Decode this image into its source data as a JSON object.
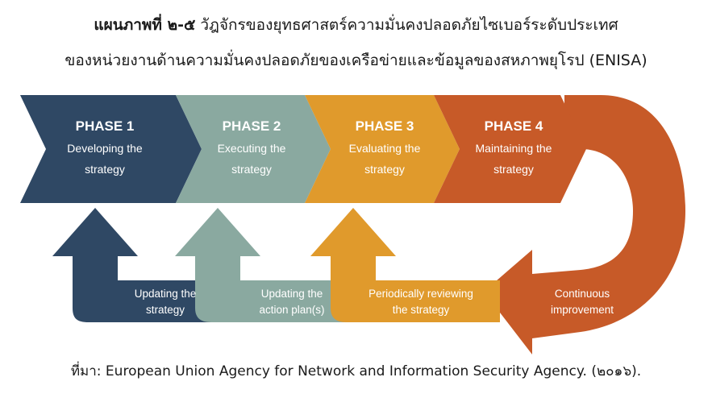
{
  "title": {
    "figure_label": "แผนภาพที่ ๒-๕",
    "line1_rest": "วัฎจักรของยุทธศาสตร์ความมั่นคงปลอดภัยไซเบอร์ระดับประเทศ",
    "line2": "ของหน่วยงานด้านความมั่นคงปลอดภัยของเครือข่ายและข้อมูลของสหภาพยุโรป (ENISA)"
  },
  "phases": [
    {
      "title": "PHASE 1",
      "line1": "Developing the",
      "line2": "strategy",
      "color": "#2f4864"
    },
    {
      "title": "PHASE 2",
      "line1": "Executing the",
      "line2": "strategy",
      "color": "#8aa9a0"
    },
    {
      "title": "PHASE 3",
      "line1": "Evaluating the",
      "line2": "strategy",
      "color": "#e09a2c"
    },
    {
      "title": "PHASE 4",
      "line1": "Maintaining the",
      "line2": "strategy",
      "color": "#c75a28"
    }
  ],
  "feedback": [
    {
      "line1": "Updating the",
      "line2": "strategy",
      "color": "#2f4864"
    },
    {
      "line1": "Updating the",
      "line2": "action plan(s)",
      "color": "#8aa9a0"
    },
    {
      "line1": "Periodically reviewing",
      "line2": "the strategy",
      "color": "#e09a2c"
    },
    {
      "line1": "Continuous",
      "line2": "improvement",
      "color": "#c75a28"
    }
  ],
  "source": "ที่มา: European Union Agency for Network and Information Security Agency. (๒๐๑๖)."
}
